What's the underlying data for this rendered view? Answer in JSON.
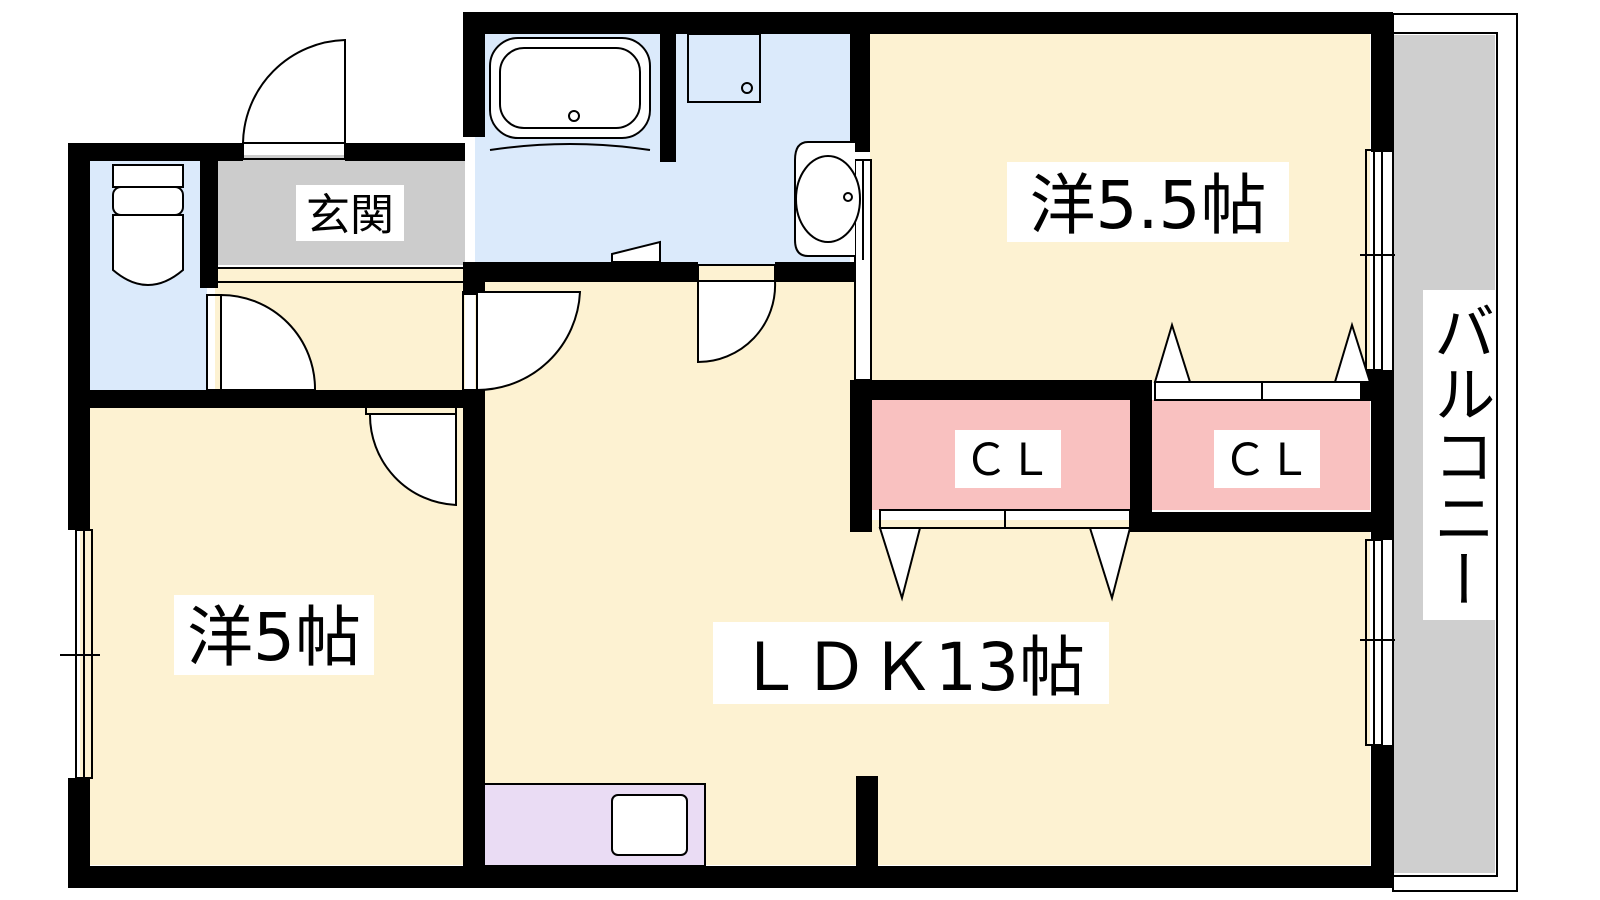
{
  "rooms": {
    "western_room_right": "洋5.5帖",
    "western_room_left": "洋5帖",
    "ldk": "ＬＤＫ13帖",
    "entrance": "玄関",
    "closet_left": "ＣＬ",
    "closet_right": "ＣＬ",
    "balcony": "バルコニー"
  },
  "colors": {
    "room_floor": "#fdf2d2",
    "wet_area": "#dbeafb",
    "entrance_floor": "#cccccc",
    "closet": "#f9c1c0",
    "kitchen": "#eadcf4",
    "balcony": "#cfcfcf",
    "wall": "#000000"
  }
}
